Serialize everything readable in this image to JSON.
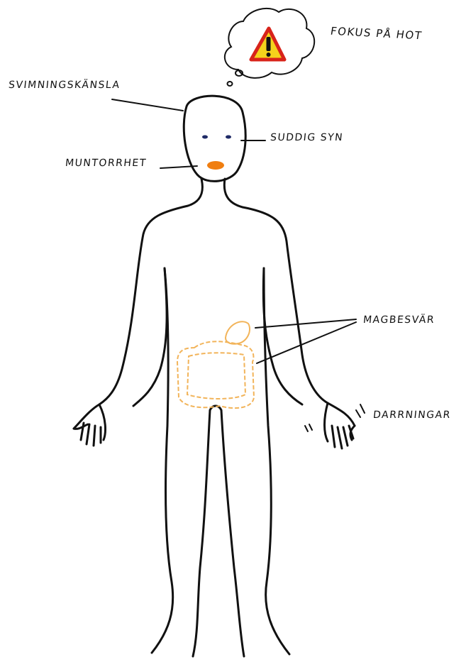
{
  "labels": {
    "focus_on_threat": "FOKUS PÅ HOT",
    "faintness": "SVIMNINGSKÄNSLA",
    "blurred_vision": "SUDDIG SYN",
    "dry_mouth": "MUNTORRHET",
    "stomach_trouble": "MAGBESVÄR",
    "trembling": "DARRNINGAR"
  },
  "icons": {
    "thought": "thought-bubble-icon",
    "warning": "warning-triangle-icon"
  },
  "colors": {
    "outline": "#111111",
    "warning_fill": "#f5d21c",
    "warning_border": "#d8231a",
    "mouth": "#f07e10",
    "eyes": "#1f2a66",
    "intestine": "#f2b45a"
  }
}
